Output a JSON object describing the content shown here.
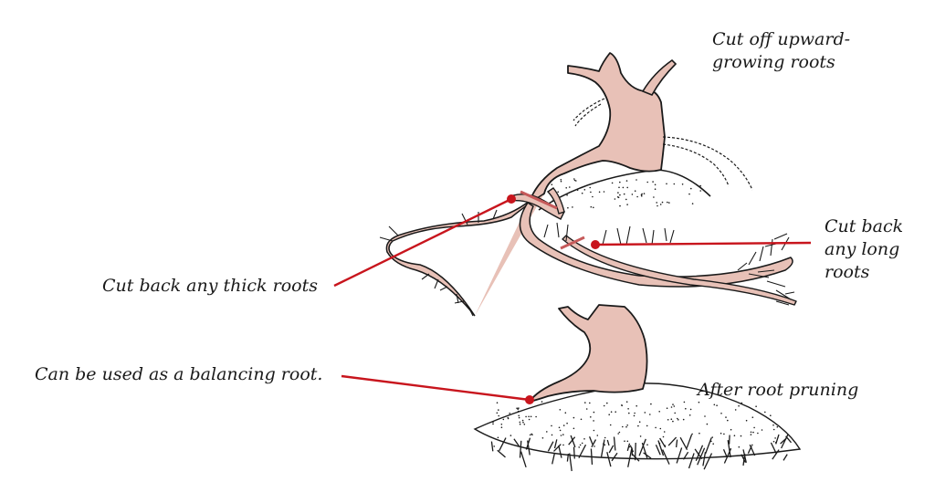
{
  "colors": {
    "wood": "#e8c1b7",
    "ink": "#1a1a1a",
    "pointer": "#c8151d",
    "soil": "#ffffff"
  },
  "labels": {
    "cut_upward": [
      "Cut off upward-",
      "growing roots"
    ],
    "cut_long": [
      "Cut back",
      "any long",
      "roots"
    ],
    "cut_thick": "Cut back any thick roots",
    "balancing": "Can be used as a balancing root.",
    "after": "After root pruning"
  }
}
